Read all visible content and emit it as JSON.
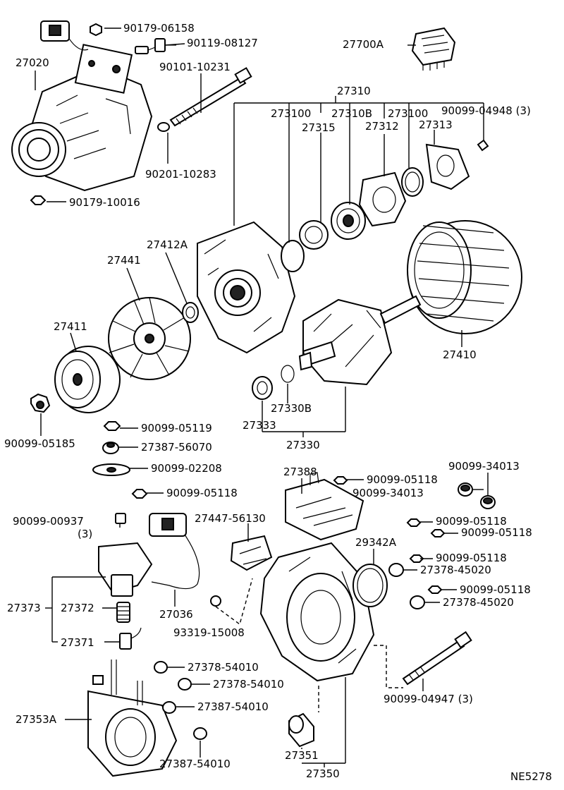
{
  "diagram": {
    "code": "NE5278",
    "labels": {
      "n90179_06158": "90179-06158",
      "n90119_08127": "90119-08127",
      "n27700A": "27700A",
      "n27020": "27020",
      "n90101_10231": "90101-10231",
      "n27310": "27310",
      "n27310Q_1": "273100",
      "n27310B": "27310B",
      "n27310Q_2": "273100",
      "n90099_04948": "90099-04948 (3)",
      "n27315": "27315",
      "n27312": "27312",
      "n27313": "27313",
      "n90201_10283": "90201-10283",
      "n90179_10016": "90179-10016",
      "n27412A": "27412A",
      "n27441": "27441",
      "n27411": "27411",
      "n27410": "27410",
      "n27333": "27333",
      "n27330B": "27330B",
      "n27330": "27330",
      "n90099_05185": "90099-05185",
      "n90099_05119": "90099-05119",
      "n27387_56070": "27387-56070",
      "n90099_02208": "90099-02208",
      "n90099_05118_a": "90099-05118",
      "n27388": "27388",
      "n90099_05118_b": "90099-05118",
      "n90099_34013_a": "90099-34013",
      "n90099_34013_b": "90099-34013",
      "n90099_00937": "90099-00937",
      "n90099_00937_qty": "(3)",
      "n27447_56130": "27447-56130",
      "n90099_05118_c": "90099-05118",
      "n90099_05118_d": "90099-05118",
      "n29342A": "29342A",
      "n90099_05118_e": "90099-05118",
      "n27378_45020_a": "27378-45020",
      "n90099_05118_f": "90099-05118",
      "n27378_45020_b": "27378-45020",
      "n27373": "27373",
      "n27372": "27372",
      "n27036": "27036",
      "n27371": "27371",
      "n93319_15008": "93319-15008",
      "n27378_54010_a": "27378-54010",
      "n27378_54010_b": "27378-54010",
      "n90099_04947": "90099-04947 (3)",
      "n27353A": "27353A",
      "n27387_54010_a": "27387-54010",
      "n27351": "27351",
      "n27387_54010_b": "27387-54010",
      "n27350": "27350"
    }
  }
}
